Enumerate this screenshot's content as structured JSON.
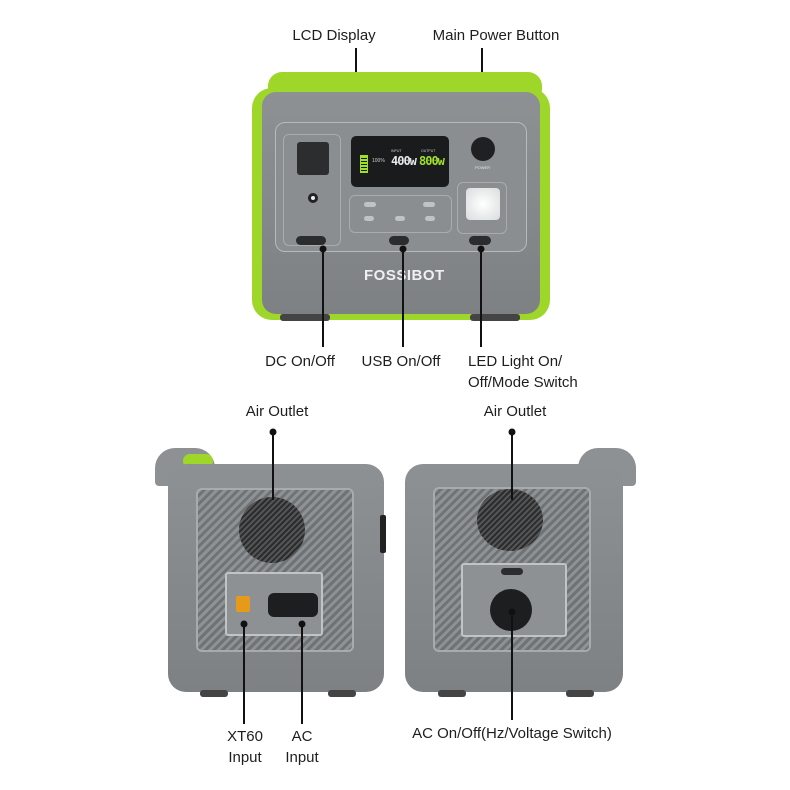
{
  "callouts": {
    "lcd_display": "LCD Display",
    "main_power_button": "Main Power Button",
    "dc_on_off": "DC On/Off",
    "usb_on_off": "USB On/Off",
    "led_light_line1": "LED Light On/",
    "led_light_line2": "Off/Mode Switch",
    "air_outlet_left": "Air Outlet",
    "air_outlet_right": "Air Outlet",
    "xt60_line1": "XT60",
    "xt60_line2": "Input",
    "ac_input_line1": "AC",
    "ac_input_line2": "Input",
    "ac_on_off": "AC On/Off(Hz/Voltage Switch)"
  },
  "device": {
    "brand": "FOSSIBOT",
    "lcd": {
      "battery": "100%",
      "input_label": "INPUT",
      "input_value": "400w",
      "output_label": "OUTPUT",
      "output_value": "800w"
    },
    "power_label": "POWER",
    "colors": {
      "accent": "#9fd62a",
      "body": "#868a8d",
      "lcd_text": "#9fe02a"
    }
  }
}
